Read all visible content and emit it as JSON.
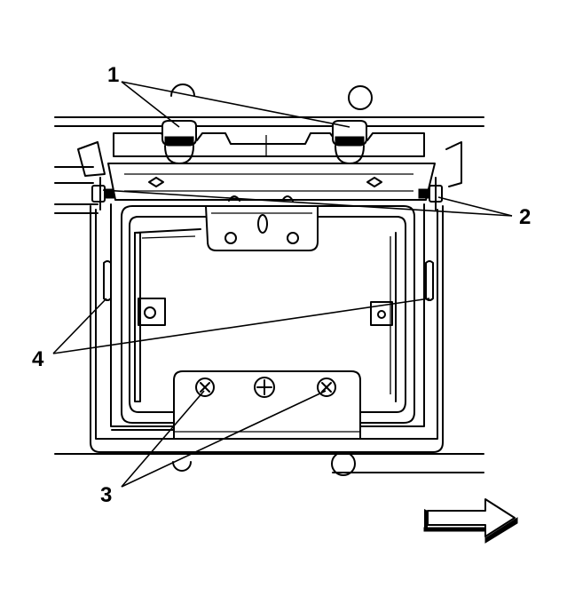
{
  "callouts": [
    {
      "id": "c1",
      "label": "1",
      "part": "retaining-tabs"
    },
    {
      "id": "c2",
      "label": "2",
      "part": "side-bolts"
    },
    {
      "id": "c3",
      "label": "3",
      "part": "lower-screws"
    },
    {
      "id": "c4",
      "label": "4",
      "part": "side-clips"
    }
  ],
  "direction_arrow": {
    "icon": "right-arrow-icon",
    "meaning": "vehicle-front"
  }
}
